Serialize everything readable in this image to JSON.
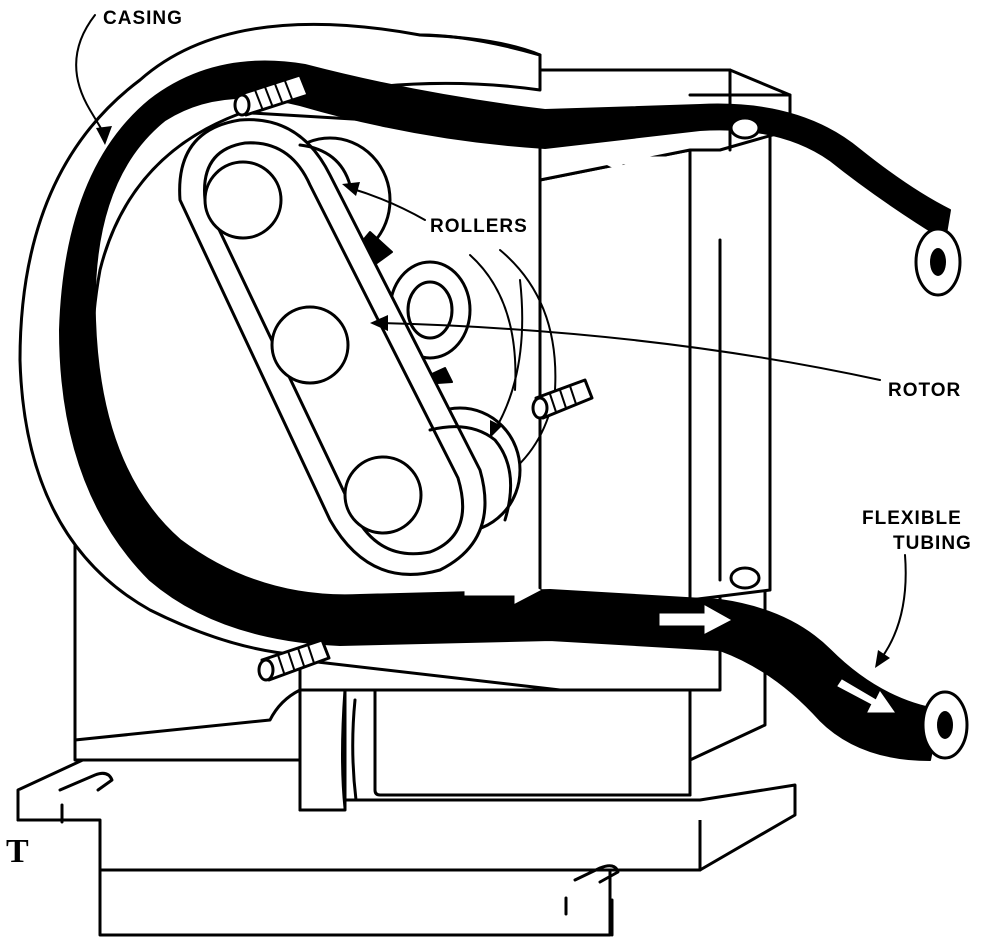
{
  "labels": {
    "casing": "CASING",
    "rollers": "ROLLERS",
    "rotor": "ROTOR",
    "flexible": "FLEXIBLE",
    "tubing": "TUBING",
    "corner_mark": "T"
  }
}
